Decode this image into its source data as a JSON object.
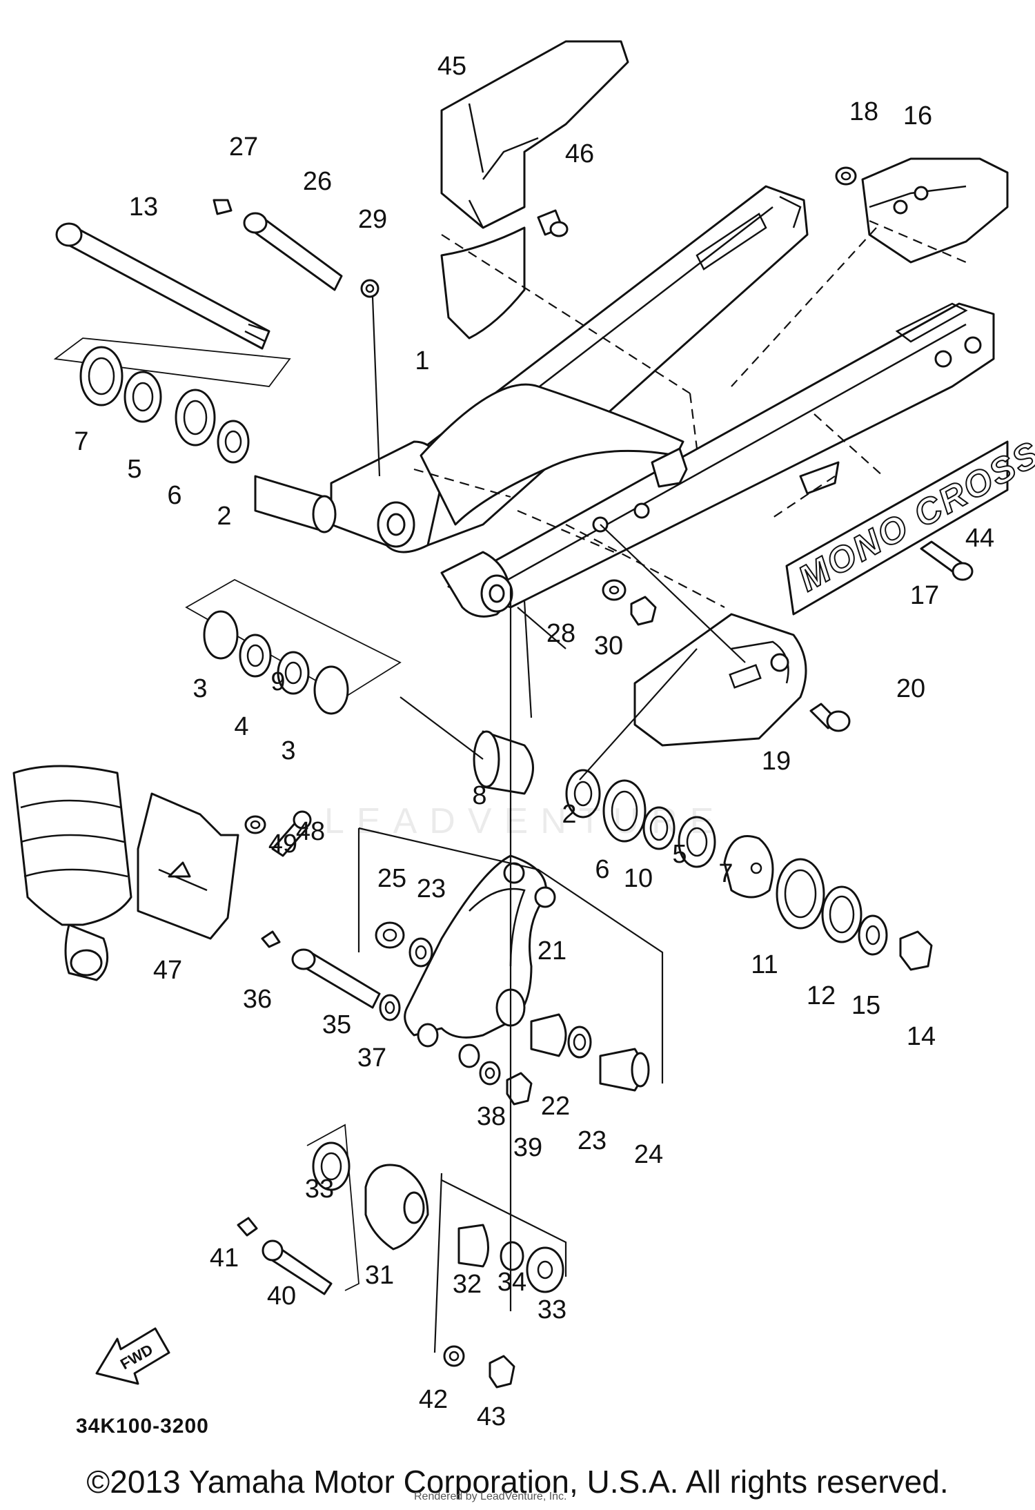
{
  "diagram": {
    "part_numbers": [
      "1",
      "2",
      "2",
      "3",
      "3",
      "4",
      "5",
      "5",
      "6",
      "6",
      "7",
      "7",
      "8",
      "9",
      "10",
      "11",
      "12",
      "13",
      "14",
      "15",
      "16",
      "17",
      "18",
      "19",
      "20",
      "21",
      "22",
      "23",
      "23",
      "24",
      "25",
      "26",
      "27",
      "28",
      "29",
      "30",
      "31",
      "32",
      "33",
      "33",
      "34",
      "35",
      "36",
      "37",
      "38",
      "39",
      "40",
      "41",
      "42",
      "43",
      "44",
      "45",
      "46",
      "47",
      "48",
      "49"
    ],
    "decal_text": "MONO CROSS",
    "fwd_label": "FWD",
    "drawing_code": "34K100-3200",
    "watermark": "LEADVENTURE",
    "credit": "Rendered by LeadVenture, Inc.",
    "copyright": "©2013 Yamaha Motor Corporation, U.S.A. All rights reserved."
  }
}
